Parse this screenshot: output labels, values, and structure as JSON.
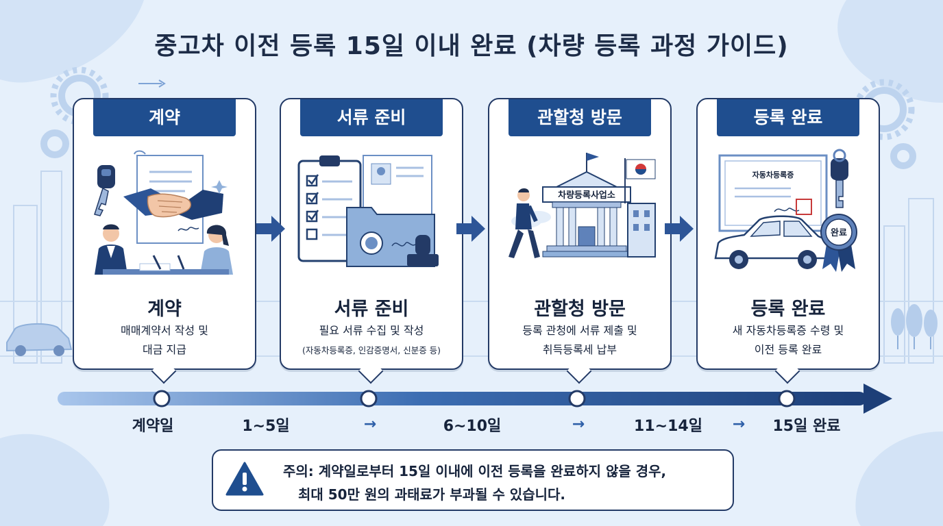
{
  "title": "중고차 이전 등록 15일 이내 완료 (차량 등록 과정 가이드)",
  "steps": [
    {
      "header": "계약",
      "heading": "계약",
      "desc_line1": "매매계약서 작성 및",
      "desc_line2": "대금 지급"
    },
    {
      "header": "서류 준비",
      "heading": "서류 준비",
      "desc_line1": "필요 서류 수집 및 작성",
      "desc_line2": "(자동차등록증, 인감증명서, 신분증 등)"
    },
    {
      "header": "관할청 방문",
      "heading": "관할청 방문",
      "desc_line1": "등록 관청에 서류 제출 및",
      "desc_line2": "취득등록세 납부",
      "office_sign": "차량등록사업소"
    },
    {
      "header": "등록 완료",
      "heading": "등록 완료",
      "desc_line1": "새 자동차등록증 수령 및",
      "desc_line2": "이전 등록 완료",
      "certificate_title": "자동차등록증",
      "badge_text": "완료"
    }
  ],
  "timeline": {
    "labels": [
      "계약일",
      "1~5일",
      "6~10일",
      "11~14일",
      "15일 완료"
    ],
    "arrow_glyph": "→"
  },
  "notice": {
    "line1": "주의: 계약일로부터 15일 이내에 이전 등록을 완료하지 않을 경우,",
    "line2": "최대 50만 원의 과태료가 부과될 수 있습니다."
  },
  "colors": {
    "primary": "#1f4e8f",
    "dark": "#233a66",
    "light": "#a9c6ec",
    "background": "#e6f0fb"
  },
  "icons": [
    "car-key-icon",
    "handshake-icon",
    "contract-document-icon",
    "clipboard-checklist-icon",
    "folder-icon",
    "stamp-icon",
    "walking-person-icon",
    "government-building-icon",
    "korean-flag-icon",
    "registration-certificate-icon",
    "car-icon",
    "completion-badge-icon",
    "warning-icon",
    "gear-icon"
  ]
}
